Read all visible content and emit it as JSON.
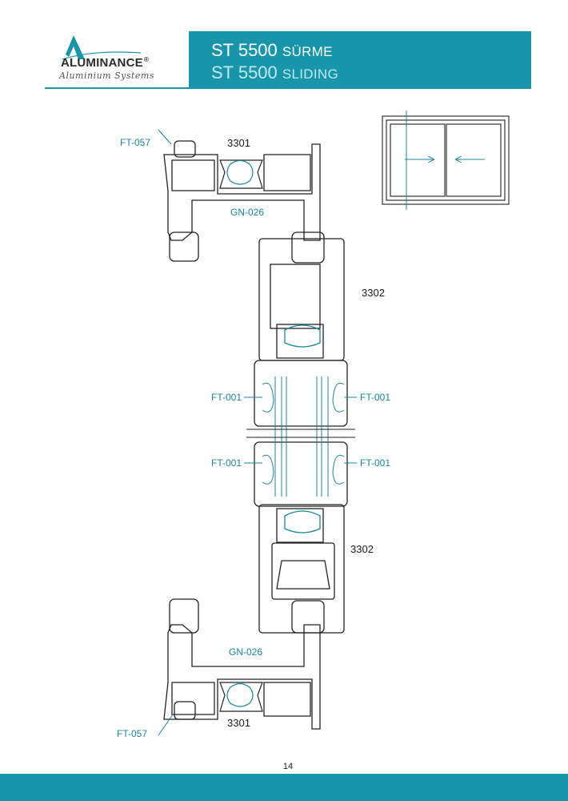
{
  "header": {
    "brand": "ALUMINANCE",
    "brand_mark": "®",
    "tagline": "Aluminium Systems",
    "title_tr_main": "ST 5500 ",
    "title_tr_suffix": "SÜRME",
    "title_en_main": "ST 5500 ",
    "title_en_suffix": "SLIDING"
  },
  "labels": {
    "ft057_top": "FT-057",
    "profile_3301_top": "3301",
    "gn026_top": "GN-026",
    "profile_3302_upper": "3302",
    "ft001_left_upper": "FT-001",
    "ft001_right_upper": "FT-001",
    "ft001_left_lower": "FT-001",
    "ft001_right_lower": "FT-001",
    "profile_3302_lower": "3302",
    "gn026_bottom": "GN-026",
    "ft057_bottom": "FT-057",
    "profile_3301_bottom": "3301"
  },
  "footer": {
    "page_number": "14"
  },
  "colors": {
    "brand": "#1895ab",
    "accent_line": "#1688a0",
    "profile_line": "#222222"
  }
}
